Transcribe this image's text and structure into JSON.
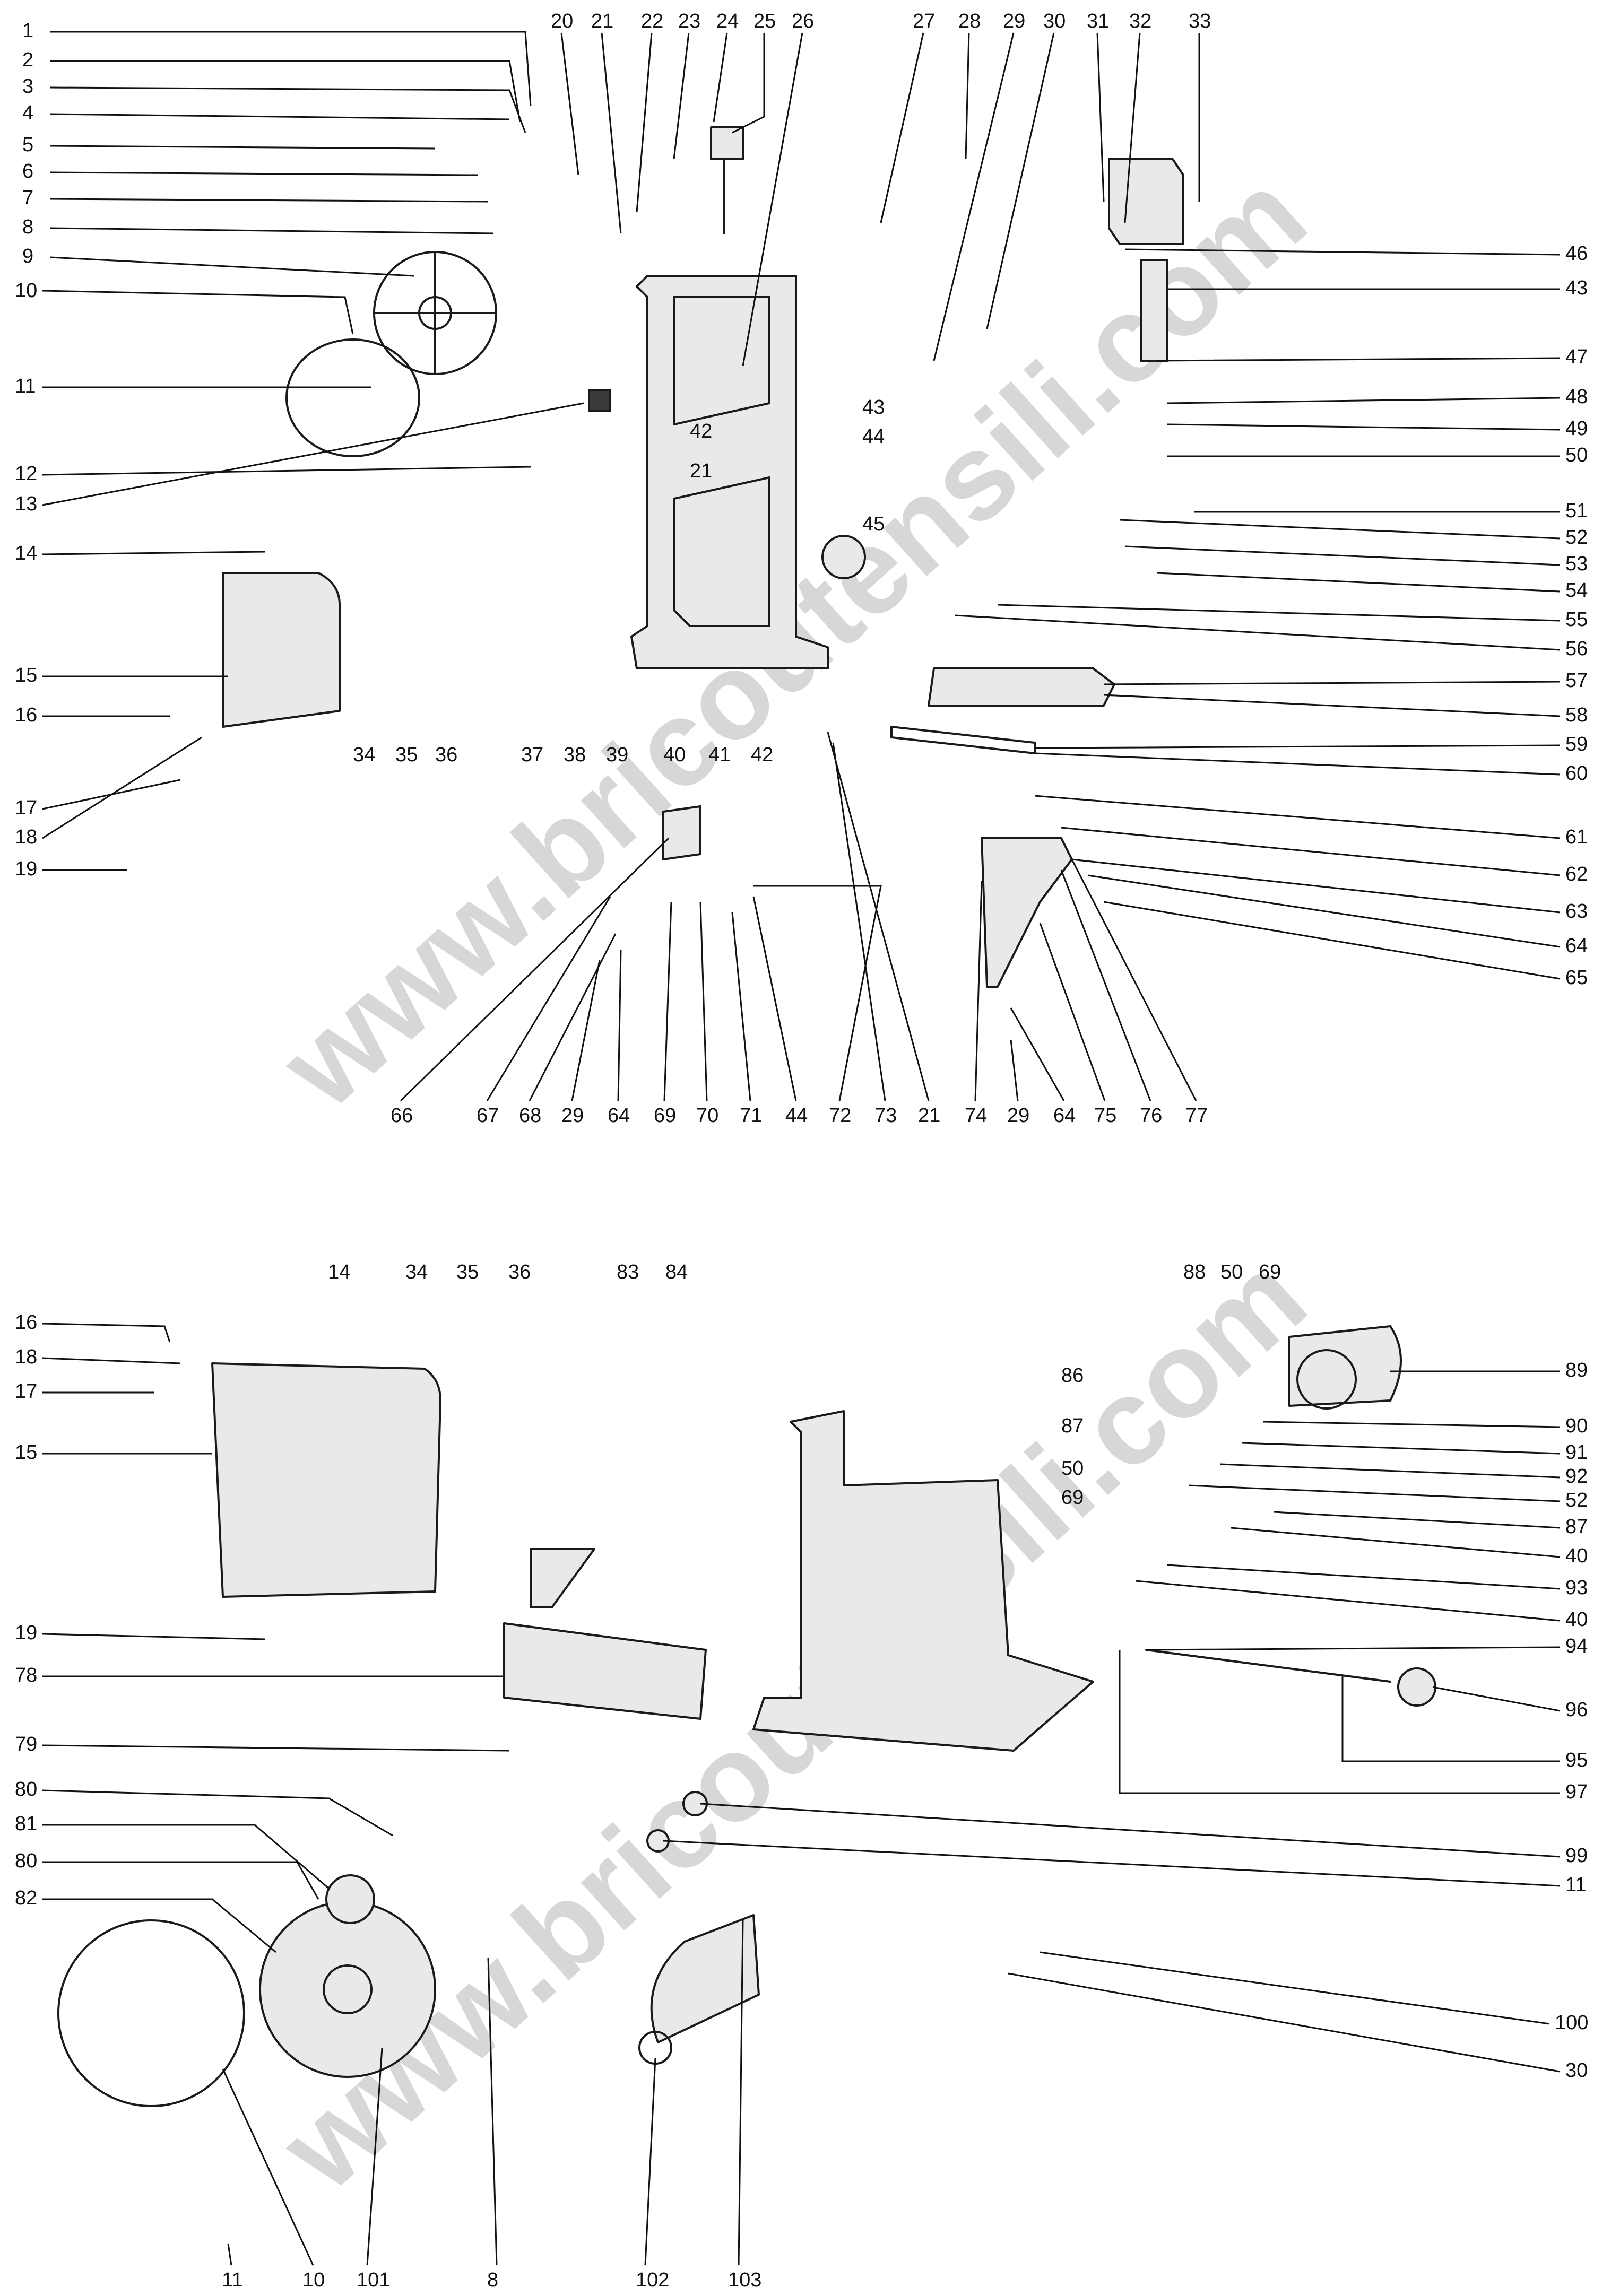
{
  "watermark": "www.bricoutensili.com",
  "colors": {
    "ink": "#1a1a1a",
    "watermark": "#b8b8b8",
    "background": "#ffffff"
  },
  "top_diagram": {
    "labels_top_row": [
      "20",
      "21",
      "22",
      "23",
      "24",
      "25",
      "26",
      "27",
      "28",
      "29",
      "30",
      "31",
      "32",
      "33"
    ],
    "labels_left_column": [
      "1",
      "2",
      "3",
      "4",
      "5",
      "6",
      "7",
      "8",
      "9",
      "10",
      "11",
      "12",
      "13",
      "14",
      "15",
      "16",
      "17",
      "18",
      "19"
    ],
    "labels_right_column": [
      "46",
      "43",
      "47",
      "48",
      "49",
      "50",
      "51",
      "52",
      "53",
      "54",
      "55",
      "56",
      "57",
      "58",
      "59",
      "60",
      "61",
      "62",
      "63",
      "64",
      "65"
    ],
    "labels_bottom_row": [
      "66",
      "67",
      "68",
      "29",
      "64",
      "69",
      "70",
      "71",
      "44",
      "72",
      "73",
      "21",
      "74",
      "29",
      "64",
      "75",
      "76",
      "77"
    ],
    "labels_middle_row": [
      "34",
      "35",
      "36",
      "37",
      "38",
      "39",
      "40",
      "41",
      "42"
    ],
    "labels_inner": [
      "43",
      "44",
      "42",
      "21",
      "45"
    ]
  },
  "bottom_diagram": {
    "labels_top_row": [
      "14",
      "34",
      "35",
      "36",
      "83",
      "84",
      "88",
      "50",
      "69"
    ],
    "labels_left_column": [
      "16",
      "18",
      "17",
      "15",
      "19",
      "78",
      "79",
      "80",
      "81",
      "80",
      "82"
    ],
    "labels_right_column": [
      "89",
      "90",
      "91",
      "92",
      "52",
      "87",
      "40",
      "93",
      "40",
      "94",
      "96",
      "95",
      "97",
      "99",
      "11",
      "100",
      "30"
    ],
    "labels_inner_left": [
      "86",
      "87",
      "50",
      "69"
    ],
    "labels_bottom_row": [
      "11",
      "10",
      "101",
      "8",
      "102",
      "103"
    ]
  }
}
